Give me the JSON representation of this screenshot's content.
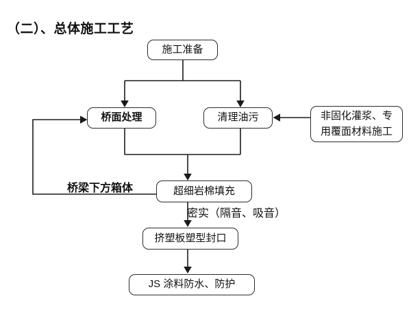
{
  "title": "（二）、总体施工工艺",
  "nodes": {
    "prep": {
      "label": "施工准备"
    },
    "deck": {
      "label": "桥面处理"
    },
    "oil": {
      "label": "清理油污"
    },
    "noncured": {
      "label": "非固化灌浆、专用覆面材料施工"
    },
    "rockwool": {
      "label": "超细岩棉填充"
    },
    "seal": {
      "label": "挤塑板塑型封口"
    },
    "js": {
      "label": "JS 涂料防水、防护"
    }
  },
  "labels": {
    "box_body": {
      "text": "桥梁下方箱体"
    },
    "dense": {
      "text": "密实（隔音、吸音）"
    }
  },
  "edges": [
    {
      "from": "施工准备",
      "to": "桥面处理"
    },
    {
      "from": "施工准备",
      "to": "清理油污"
    },
    {
      "from": "非固化灌浆、专用覆面材料施工",
      "to": "清理油污"
    },
    {
      "from": "桥面处理",
      "to": "超细岩棉填充"
    },
    {
      "from": "清理油污",
      "to": "超细岩棉填充"
    },
    {
      "from": "超细岩棉填充",
      "to": "桥面处理",
      "note": "桥梁下方箱体"
    },
    {
      "from": "超细岩棉填充",
      "to": "挤塑板塑型封口",
      "note": "密实（隔音、吸音）"
    },
    {
      "from": "挤塑板塑型封口",
      "to": "JS 涂料防水、防护"
    }
  ],
  "colors": {
    "stroke": "#1a1a1a",
    "background": "#ffffff",
    "text": "#111111"
  }
}
